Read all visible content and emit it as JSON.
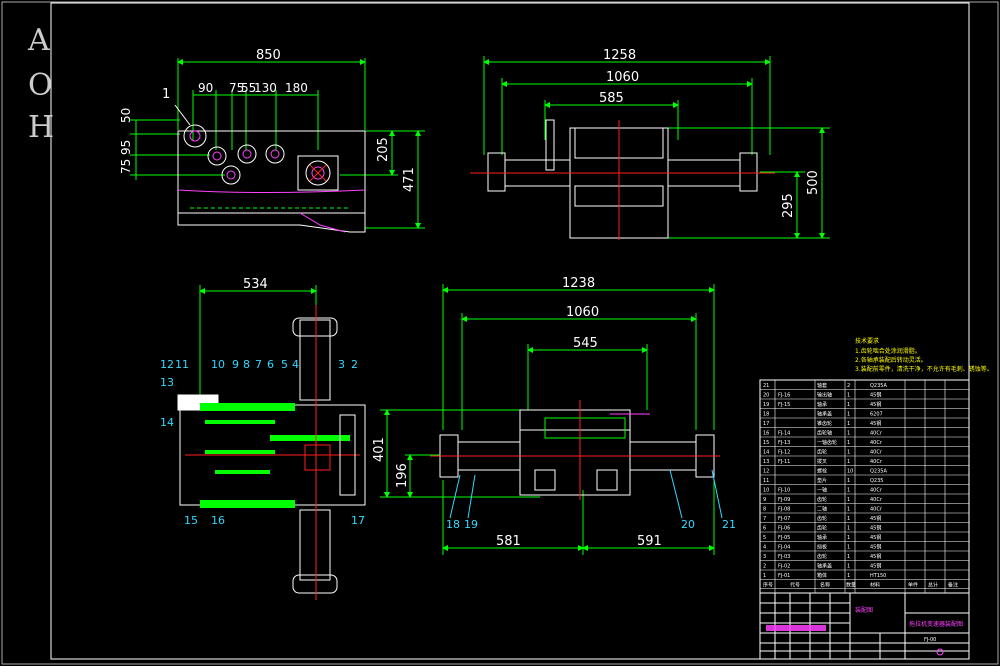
{
  "side_label": [
    "A",
    "O",
    "H"
  ],
  "views": {
    "top_left": {
      "dims": [
        "850",
        "90",
        "75",
        "55",
        "130",
        "180",
        "50",
        "95",
        "75",
        "205",
        "471"
      ],
      "balloon": "1"
    },
    "top_right": {
      "dims": [
        "1258",
        "1060",
        "585",
        "500",
        "295"
      ]
    },
    "bottom_left": {
      "dims": [
        "534"
      ],
      "balloons": [
        "12",
        "11",
        "10",
        "9",
        "8",
        "7",
        "6",
        "5",
        "4",
        "3",
        "2",
        "13",
        "14",
        "15",
        "16",
        "17"
      ]
    },
    "bottom_right": {
      "dims": [
        "1238",
        "1060",
        "545",
        "401",
        "196",
        "581",
        "591"
      ],
      "balloons": [
        "18",
        "19",
        "20",
        "21"
      ]
    }
  },
  "tech_requirements": {
    "title": "技术要求",
    "lines": [
      "1.齿轮啮合处涂润滑脂。",
      "2.各轴承装配后转动灵活。",
      "3.装配前零件，清洗干净，不允许有毛刺、锈蚀等。"
    ]
  },
  "parts": [
    {
      "no": "21",
      "code": "",
      "name": "轴套",
      "qty": "2",
      "mat": "Q235A"
    },
    {
      "no": "20",
      "code": "FJ-16",
      "name": "输出轴",
      "qty": "1",
      "mat": "45钢"
    },
    {
      "no": "19",
      "code": "FJ-15",
      "name": "轴承",
      "qty": "1",
      "mat": "45钢"
    },
    {
      "no": "18",
      "code": "",
      "name": "轴承盖",
      "qty": "1",
      "mat": "6207"
    },
    {
      "no": "17",
      "code": "",
      "name": "锥齿轮",
      "qty": "1",
      "mat": "45钢"
    },
    {
      "no": "16",
      "code": "FJ-14",
      "name": "齿轮轴",
      "qty": "1",
      "mat": "40Cr"
    },
    {
      "no": "15",
      "code": "FJ-13",
      "name": "一轴齿轮",
      "qty": "1",
      "mat": "40Cr"
    },
    {
      "no": "14",
      "code": "FJ-12",
      "name": "齿轮",
      "qty": "1",
      "mat": "40Cr"
    },
    {
      "no": "13",
      "code": "FJ-11",
      "name": "拨叉",
      "qty": "1",
      "mat": "40Cr"
    },
    {
      "no": "12",
      "code": "",
      "name": "螺栓",
      "qty": "10",
      "mat": "Q235A"
    },
    {
      "no": "11",
      "code": "",
      "name": "垫片",
      "qty": "1",
      "mat": "Q235"
    },
    {
      "no": "10",
      "code": "FJ-10",
      "name": "一轴",
      "qty": "1",
      "mat": "40Cr"
    },
    {
      "no": "9",
      "code": "FJ-09",
      "name": "齿轮",
      "qty": "1",
      "mat": "40Cr"
    },
    {
      "no": "8",
      "code": "FJ-08",
      "name": "二轴",
      "qty": "1",
      "mat": "40Cr"
    },
    {
      "no": "7",
      "code": "FJ-07",
      "name": "齿轮",
      "qty": "1",
      "mat": "45钢"
    },
    {
      "no": "6",
      "code": "FJ-06",
      "name": "齿轮",
      "qty": "1",
      "mat": "45钢"
    },
    {
      "no": "5",
      "code": "FJ-05",
      "name": "轴承",
      "qty": "1",
      "mat": "45钢"
    },
    {
      "no": "4",
      "code": "FJ-04",
      "name": "挡板",
      "qty": "1",
      "mat": "45钢"
    },
    {
      "no": "3",
      "code": "FJ-03",
      "name": "齿轮",
      "qty": "1",
      "mat": "45钢"
    },
    {
      "no": "2",
      "code": "FJ-02",
      "name": "轴承盖",
      "qty": "1",
      "mat": "45钢"
    },
    {
      "no": "1",
      "code": "FJ-01",
      "name": "箱体",
      "qty": "1",
      "mat": "HT150"
    }
  ],
  "parts_header": [
    "序号",
    "代号",
    "名称",
    "数量",
    "材料",
    "单件",
    "总计",
    "备注"
  ],
  "title_block": {
    "project": "装配图",
    "drawing_name": "拖拉机变速器装配图",
    "drawing_no": "FJ-00"
  },
  "colors": {
    "background": "#000000",
    "dimension": "#00ff00",
    "outline": "#ffffff",
    "centerline": "#ff2020",
    "balloon": "#35d7ff",
    "magenta": "#ff40ff",
    "notes": "#ffff00"
  }
}
